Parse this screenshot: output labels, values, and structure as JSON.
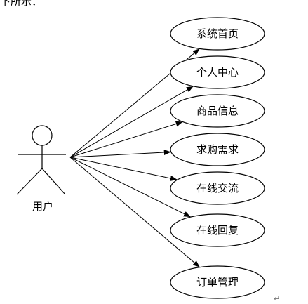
{
  "top_fragment": "下所示：",
  "actor": {
    "label": "用户"
  },
  "use_cases": [
    {
      "label": "系统首页"
    },
    {
      "label": "个人中心"
    },
    {
      "label": "商品信息"
    },
    {
      "label": "求购需求"
    },
    {
      "label": "在线交流"
    },
    {
      "label": "在线回复"
    },
    {
      "label": "订单管理"
    }
  ],
  "paragraph_mark": "↵"
}
